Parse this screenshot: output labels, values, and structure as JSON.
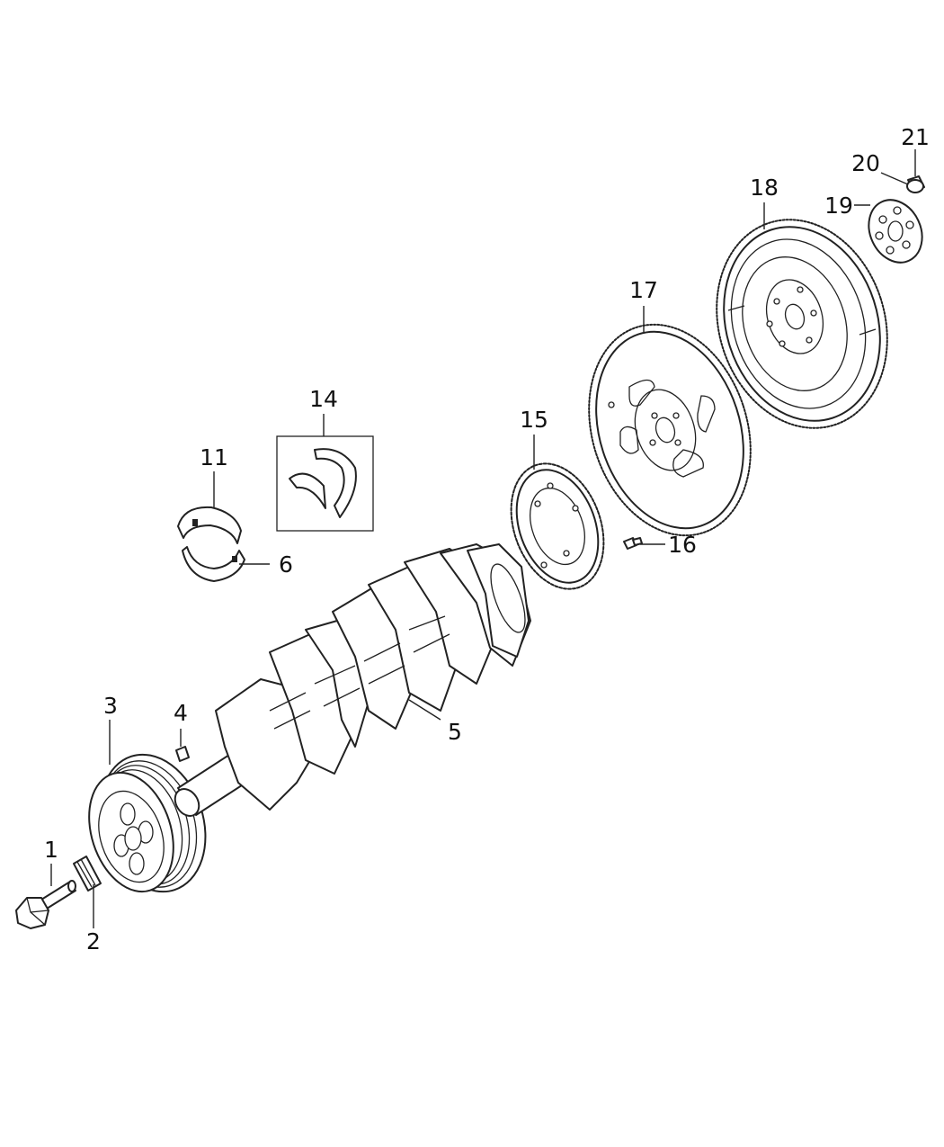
{
  "callouts": {
    "c1": "1",
    "c2": "2",
    "c3": "3",
    "c4": "4",
    "c5": "5",
    "c6": "6",
    "c11": "11",
    "c14": "14",
    "c15": "15",
    "c16": "16",
    "c17": "17",
    "c18": "18",
    "c19": "19",
    "c20": "20",
    "c21": "21"
  }
}
